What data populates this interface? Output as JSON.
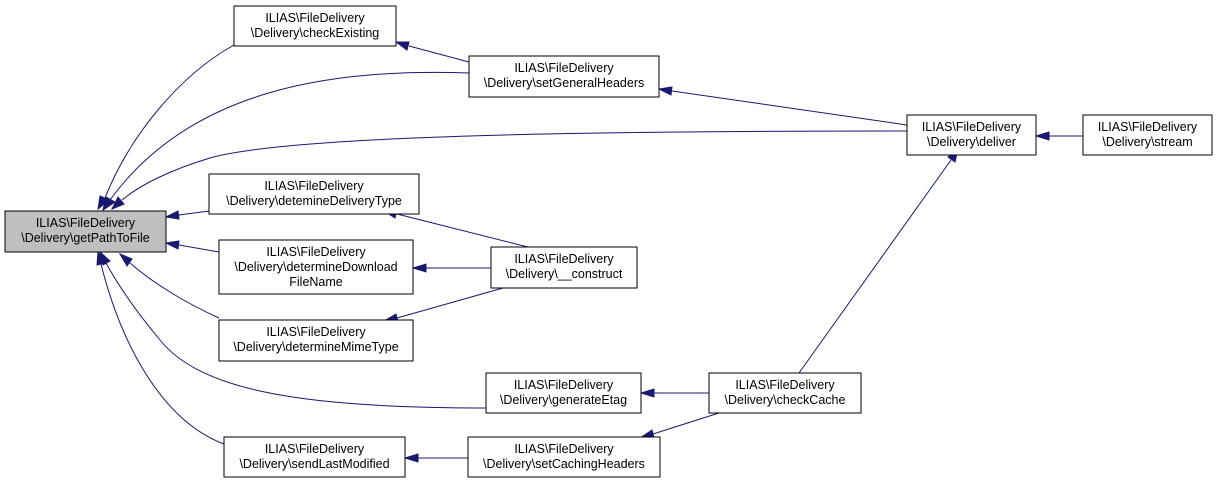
{
  "colors": {
    "edge": "#191970",
    "focus_fill": "#bfbfbf",
    "node_fill": "#ffffff",
    "node_stroke": "#000000"
  },
  "nodes": {
    "getPathToFile": [
      "ILIAS\\FileDelivery",
      "\\Delivery\\getPathToFile"
    ],
    "checkExisting": [
      "ILIAS\\FileDelivery",
      "\\Delivery\\checkExisting"
    ],
    "setGeneralHeaders": [
      "ILIAS\\FileDelivery",
      "\\Delivery\\setGeneralHeaders"
    ],
    "deliver": [
      "ILIAS\\FileDelivery",
      "\\Delivery\\deliver"
    ],
    "stream": [
      "ILIAS\\FileDelivery",
      "\\Delivery\\stream"
    ],
    "detemineDeliveryType": [
      "ILIAS\\FileDelivery",
      "\\Delivery\\detemineDeliveryType"
    ],
    "determineDownloadFileName": [
      "ILIAS\\FileDelivery",
      "\\Delivery\\determineDownload",
      "FileName"
    ],
    "construct": [
      "ILIAS\\FileDelivery",
      "\\Delivery\\__construct"
    ],
    "determineMimeType": [
      "ILIAS\\FileDelivery",
      "\\Delivery\\determineMimeType"
    ],
    "generateEtag": [
      "ILIAS\\FileDelivery",
      "\\Delivery\\generateEtag"
    ],
    "checkCache": [
      "ILIAS\\FileDelivery",
      "\\Delivery\\checkCache"
    ],
    "sendLastModified": [
      "ILIAS\\FileDelivery",
      "\\Delivery\\sendLastModified"
    ],
    "setCachingHeaders": [
      "ILIAS\\FileDelivery",
      "\\Delivery\\setCachingHeaders"
    ]
  },
  "focus_node": "getPathToFile",
  "edges": [
    {
      "from": "checkExisting",
      "to": "getPathToFile"
    },
    {
      "from": "setGeneralHeaders",
      "to": "getPathToFile"
    },
    {
      "from": "deliver",
      "to": "getPathToFile"
    },
    {
      "from": "detemineDeliveryType",
      "to": "getPathToFile"
    },
    {
      "from": "determineDownloadFileName",
      "to": "getPathToFile"
    },
    {
      "from": "determineMimeType",
      "to": "getPathToFile"
    },
    {
      "from": "generateEtag",
      "to": "getPathToFile"
    },
    {
      "from": "sendLastModified",
      "to": "getPathToFile"
    },
    {
      "from": "setGeneralHeaders",
      "to": "checkExisting"
    },
    {
      "from": "deliver",
      "to": "setGeneralHeaders"
    },
    {
      "from": "stream",
      "to": "deliver"
    },
    {
      "from": "checkCache",
      "to": "deliver"
    },
    {
      "from": "construct",
      "to": "detemineDeliveryType"
    },
    {
      "from": "construct",
      "to": "determineDownloadFileName"
    },
    {
      "from": "construct",
      "to": "determineMimeType"
    },
    {
      "from": "checkCache",
      "to": "generateEtag"
    },
    {
      "from": "setCachingHeaders",
      "to": "sendLastModified"
    },
    {
      "from": "checkCache",
      "to": "setCachingHeaders"
    }
  ]
}
